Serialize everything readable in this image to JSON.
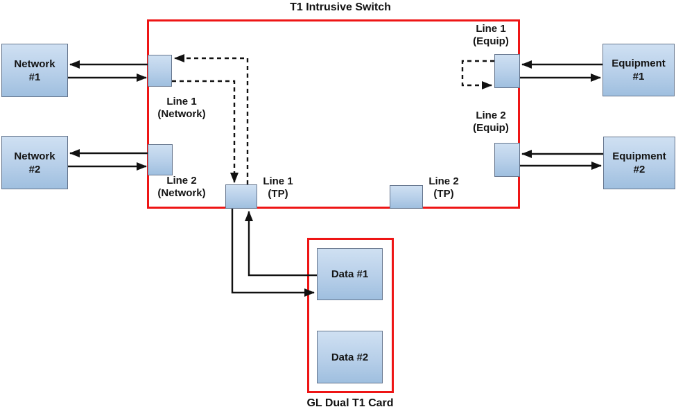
{
  "title": "T1 Intrusive Switch",
  "card": {
    "label": "GL Dual T1 Card"
  },
  "colors": {
    "frame_red": "#ee1515",
    "box_border": "#64748c",
    "box_fill_top": "#cfe0f2",
    "box_fill_bottom": "#9fbfdf",
    "arrow_black": "#111111"
  },
  "nodes": {
    "network1": {
      "lines": [
        "Network",
        "#1"
      ]
    },
    "network2": {
      "lines": [
        "Network",
        "#2"
      ]
    },
    "equipment1": {
      "lines": [
        "Equipment",
        "#1"
      ]
    },
    "equipment2": {
      "lines": [
        "Equipment",
        "#2"
      ]
    },
    "data1": {
      "label": "Data #1"
    },
    "data2": {
      "label": "Data #2"
    }
  },
  "ports": {
    "line1_network": {
      "lines": [
        "Line 1",
        "(Network)"
      ]
    },
    "line2_network": {
      "lines": [
        "Line 2",
        "(Network)"
      ]
    },
    "line1_tp": {
      "lines": [
        "Line 1",
        "(TP)"
      ]
    },
    "line2_tp": {
      "lines": [
        "Line 2",
        "(TP)"
      ]
    },
    "line1_equip": {
      "lines": [
        "Line 1",
        "(Equip)"
      ]
    },
    "line2_equip": {
      "lines": [
        "Line 2",
        "(Equip)"
      ]
    }
  }
}
